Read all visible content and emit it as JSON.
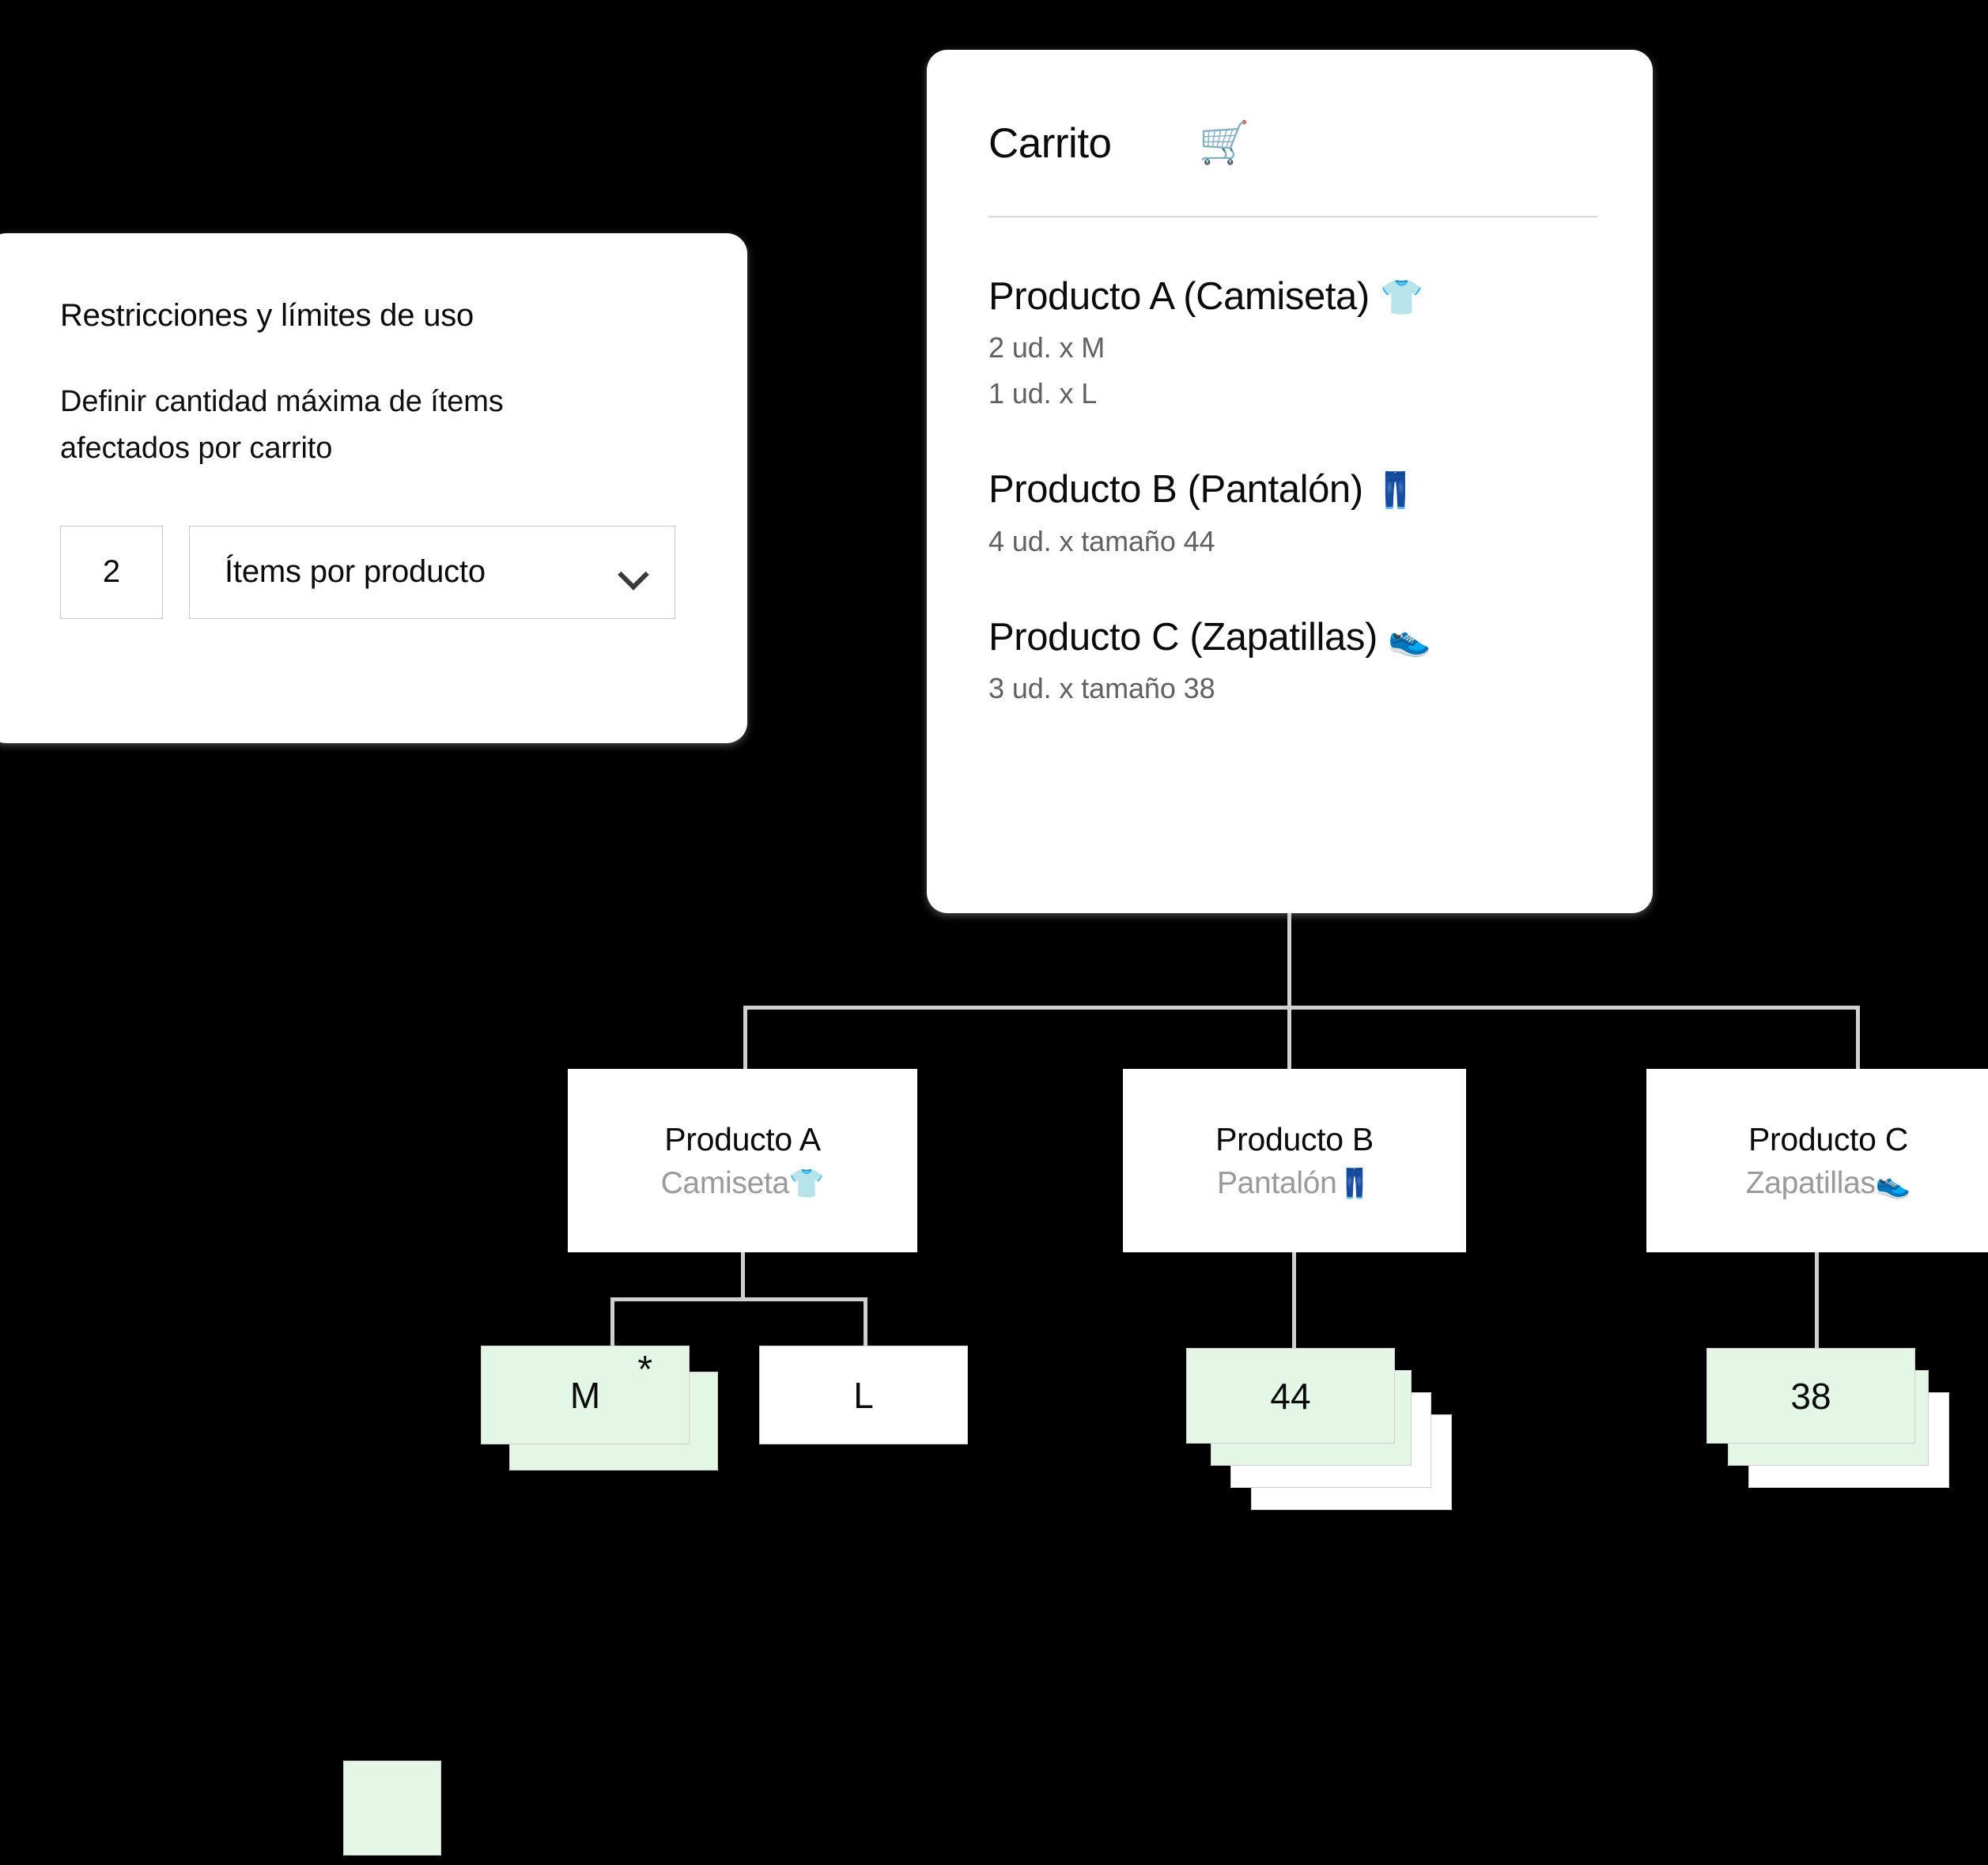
{
  "restrictions": {
    "title": "Restricciones y límites de uso",
    "description": "Definir cantidad máxima de ítems afectados por carrito",
    "quantity_value": "2",
    "scope_value": "Ítems por producto",
    "chevron": "chevron-down-icon"
  },
  "cart": {
    "title": "Carrito",
    "icon": "🛒",
    "items": [
      {
        "name": "Producto A (Camiseta)",
        "emoji": "👕",
        "lines": [
          "2 ud. x M",
          "1 ud. x L"
        ]
      },
      {
        "name": "Producto B (Pantalón)",
        "emoji": "👖",
        "lines": [
          "4 ud. x tamaño 44"
        ]
      },
      {
        "name": "Producto C (Zapatillas)",
        "emoji": "👟",
        "lines": [
          "3 ud. x  tamaño 38"
        ]
      }
    ]
  },
  "tree": {
    "products": [
      {
        "title": "Producto A",
        "subtitle": "Camiseta",
        "emoji": "👕"
      },
      {
        "title": "Producto B",
        "subtitle": "Pantalón",
        "emoji": "👖"
      },
      {
        "title": "Producto C",
        "subtitle": "Zapatillas",
        "emoji": "👟"
      }
    ],
    "variants": [
      {
        "label": "M",
        "marker": "*",
        "total": 2,
        "highlighted": 2
      },
      {
        "label": "L",
        "marker": "",
        "total": 1,
        "highlighted": 0
      },
      {
        "label": "44",
        "marker": "",
        "total": 4,
        "highlighted": 2
      },
      {
        "label": "38",
        "marker": "",
        "total": 3,
        "highlighted": 2
      }
    ]
  },
  "legend": {
    "swatch_color": "#e4f7e6",
    "swatch_name": "affected-items-swatch"
  },
  "colors": {
    "background": "#000000",
    "card": "#ffffff",
    "highlight": "#e4f7e6",
    "line": "#cfcfcf",
    "muted_text": "#9a9a9a",
    "body_text": "#0b0b0b"
  }
}
